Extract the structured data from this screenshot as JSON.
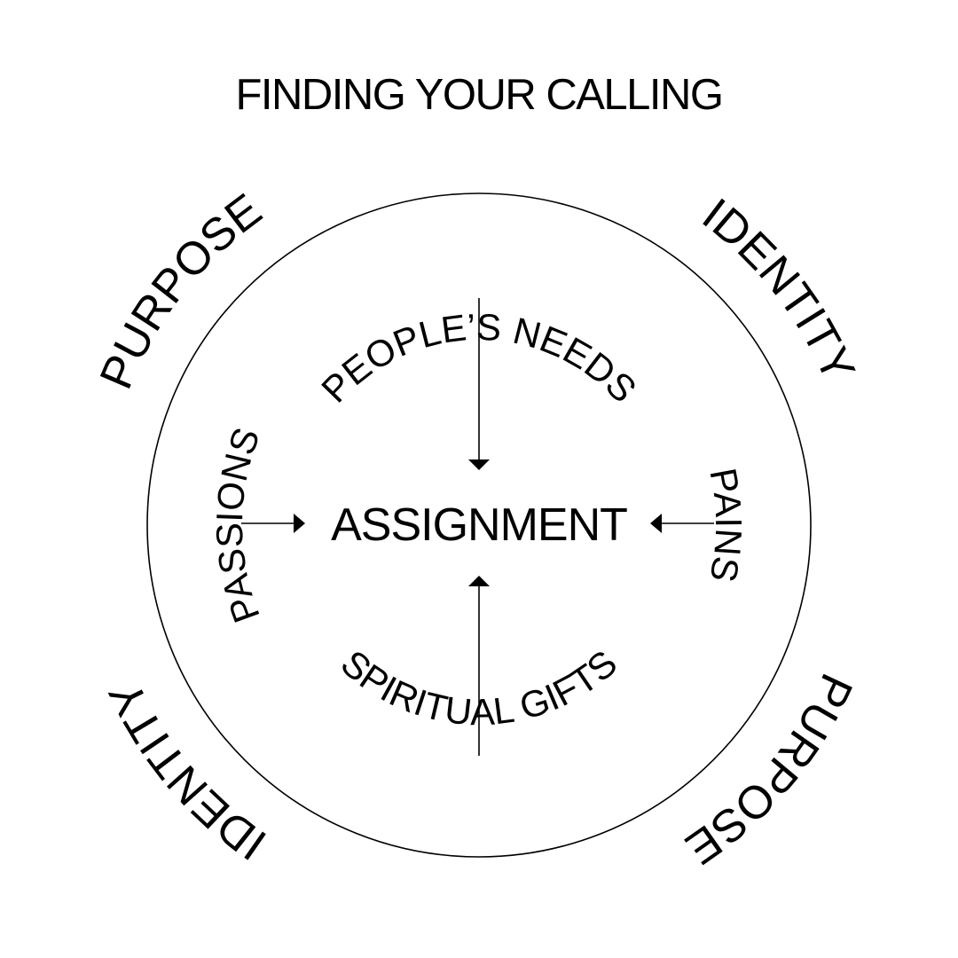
{
  "title": "FINDING YOUR CALLING",
  "center": "ASSIGNMENT",
  "inner_labels": {
    "top": "PEOPLE’S NEEDS",
    "bottom": "SPIRITUAL GIFTS",
    "left": "PASSIONS",
    "right": "PAINS"
  },
  "outer_labels": {
    "top_left": "PURPOSE",
    "top_right": "IDENTITY",
    "bottom_left": "IDENTITY",
    "bottom_right": "PURPOSE"
  },
  "colors": {
    "ink": "#000000",
    "background": "#ffffff"
  }
}
